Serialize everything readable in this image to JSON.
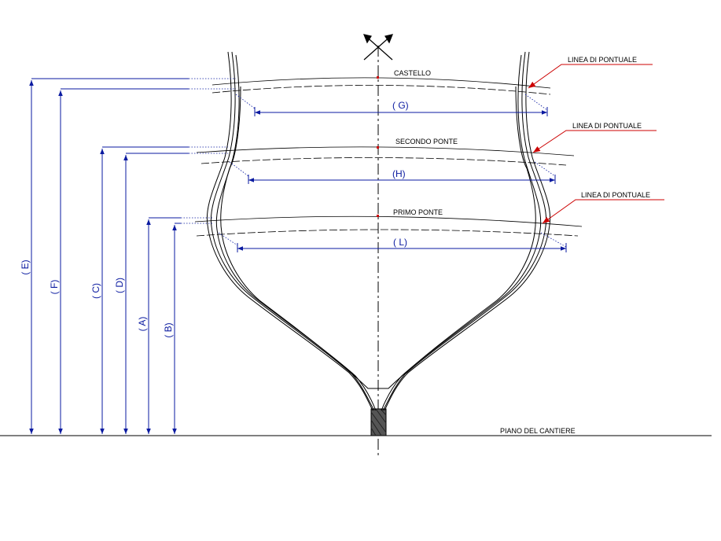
{
  "labels": {
    "castello": "CASTELLO",
    "secondo_ponte": "SECONDO PONTE",
    "primo_ponte": "PRIMO PONTE",
    "piano_del_cantiere": "PIANO DEL CANTIERE",
    "linea_di_pontuale_1": "LINEA DI PONTUALE",
    "linea_di_pontuale_2": "LINEA DI PONTUALE",
    "linea_di_pontuale_3": "LINEA DI PONTUALE"
  },
  "dimensions": {
    "G": "( G)",
    "H": "(H)",
    "L": "( L)",
    "E": "( E)",
    "F": "( F)",
    "C": "( C)",
    "D": "( D)",
    "A": "( A)",
    "B": "( B)"
  },
  "colors": {
    "hull": "#000000",
    "dimension": "#0a1aa0",
    "callout": "#cc0000",
    "marker": "#cc0000"
  }
}
